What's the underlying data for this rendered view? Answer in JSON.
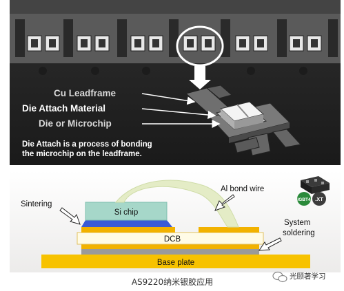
{
  "top_panel": {
    "labels": {
      "cu_leadframe": "Cu Leadframe",
      "die_attach_material": "Die Attach Material",
      "die_or_microchip": "Die or Microchip"
    },
    "description_line1": "Die Attach is a process of bonding",
    "description_line2": "the microchip on the leadframe."
  },
  "bottom_panel": {
    "labels": {
      "al_bond_wire": "Al bond wire",
      "sintering": "Sintering",
      "si_chip": "Si chip",
      "dcb": "DCB",
      "system_line1": "System",
      "system_line2": "soldering",
      "base_plate": "Base plate"
    },
    "product_icon": {
      "badge_left": "IGBT4",
      "badge_right": ".XT"
    },
    "colors": {
      "base_plate": "#f7c200",
      "dcb_fill": "#fffbe6",
      "dcb_copper": "#f2b200",
      "si_chip": "#a6d7c9",
      "sinter_layer": "#3b5bd6",
      "bond_wire": "#e4ecc6"
    }
  },
  "caption": "AS9220纳米银胶应用",
  "watermark": "光颐著学习"
}
